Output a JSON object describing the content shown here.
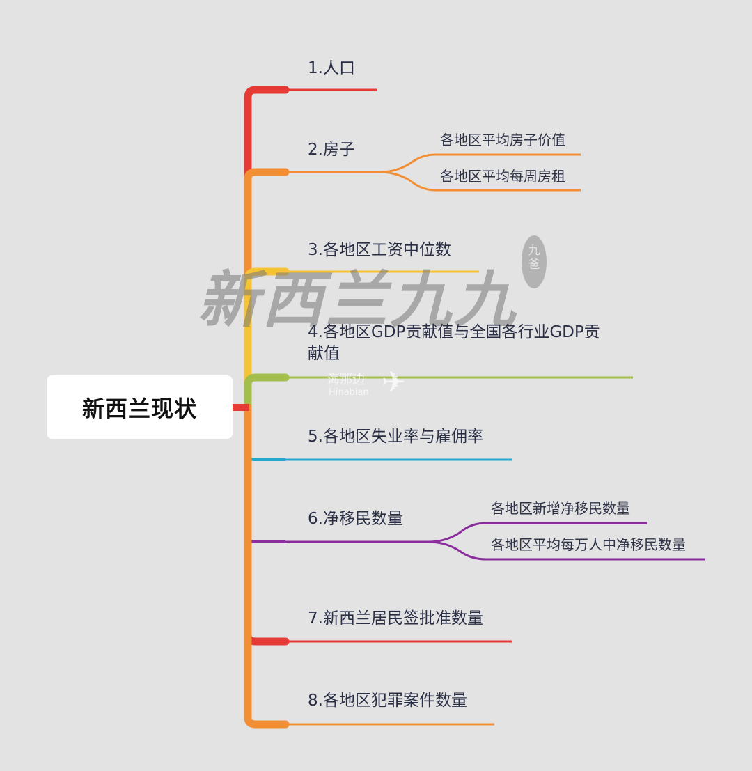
{
  "root": {
    "label": "新西兰现状"
  },
  "branches": [
    {
      "label": "1.人口",
      "color": "#e53b34",
      "children": []
    },
    {
      "label": "2.房子",
      "color": "#f28f34",
      "children": [
        "各地区平均房子价值",
        "各地区平均每周房租"
      ]
    },
    {
      "label": "3.各地区工资中位数",
      "color": "#f6c236",
      "children": []
    },
    {
      "label": "4.各地区GDP贡献值与全国各行业GDP贡献值",
      "color": "#a3be4a",
      "children": []
    },
    {
      "label": "5.各地区失业率与雇佣率",
      "color": "#24a7cf",
      "children": []
    },
    {
      "label": "6.净移民数量",
      "color": "#8b2e9d",
      "children": [
        "各地区新增净移民数量",
        "各地区平均每万人中净移民数量"
      ]
    },
    {
      "label": "7.新西兰居民签批准数量",
      "color": "#e53b34",
      "children": []
    },
    {
      "label": "8.各地区犯罪案件数量",
      "color": "#f28f34",
      "children": []
    }
  ],
  "watermark": {
    "main": "新西兰九九",
    "seal": "九爸",
    "logo_cn": "海那边",
    "logo_en": "Hinabian"
  }
}
